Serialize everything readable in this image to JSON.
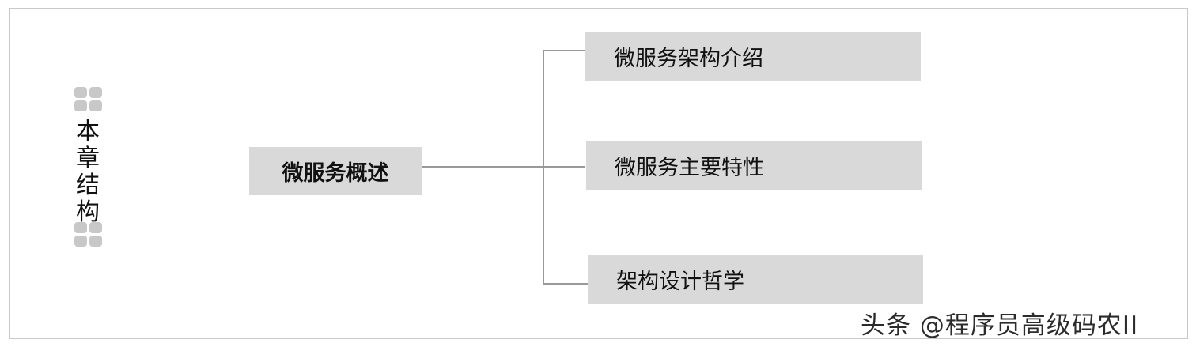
{
  "side_title": "本章结构",
  "root": {
    "label": "微服务概述"
  },
  "children": [
    {
      "label": "微服务架构介绍"
    },
    {
      "label": "微服务主要特性"
    },
    {
      "label": "架构设计哲学"
    }
  ],
  "watermark": "头条 @程序员高级码农II",
  "colors": {
    "box_fill": "#d9d9d9",
    "connector": "#999999",
    "icon": "#c8c8c8",
    "border": "#c9c9c9"
  }
}
